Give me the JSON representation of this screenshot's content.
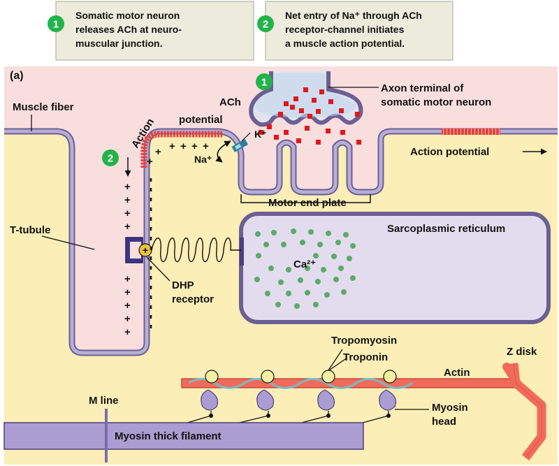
{
  "steps": [
    {
      "number": "1",
      "lines": [
        "Somatic motor neuron",
        "releases ACh at neuro-",
        "muscular junction."
      ]
    },
    {
      "number": "2",
      "lines": [
        "Net entry of Na⁺ through ACh",
        "receptor-channel initiates",
        "a muscle action potential."
      ]
    }
  ],
  "panel_label": "(a)",
  "markers": {
    "one": "1",
    "two": "2"
  },
  "labels": {
    "muscle_fiber": "Muscle fiber",
    "ach": "ACh",
    "axon_terminal_1": "Axon terminal of",
    "axon_terminal_2": "somatic motor neuron",
    "action_potential_left": "Action",
    "potential_left": "potential",
    "k": "K⁺",
    "na": "Na⁺",
    "action_potential_right": "Action potential",
    "motor_end_plate": "Motor end plate",
    "t_tubule": "T-tubule",
    "sarcoplasmic_reticulum": "Sarcoplasmic reticulum",
    "ca": "Ca²⁺",
    "dhp_1": "DHP",
    "dhp_2": "receptor",
    "tropomyosin": "Tropomyosin",
    "troponin": "Troponin",
    "actin": "Actin",
    "z_disk": "Z disk",
    "m_line": "M line",
    "myosin_head_1": "Myosin",
    "myosin_head_2": "head",
    "myosin_thick_filament": "Myosin thick filament"
  },
  "colors": {
    "cytoplasm": "#fbeeb6",
    "extracellular": "#f9dede",
    "membrane": "#b7aed6",
    "membrane_stroke": "#6b5f93",
    "action_potential": "#e4423a",
    "ach_molecule": "#e0181f",
    "calcium": "#5aab6a",
    "step_badge": "#22b34a",
    "actin": "#f26a5a",
    "myosin": "#ab9dd1"
  }
}
